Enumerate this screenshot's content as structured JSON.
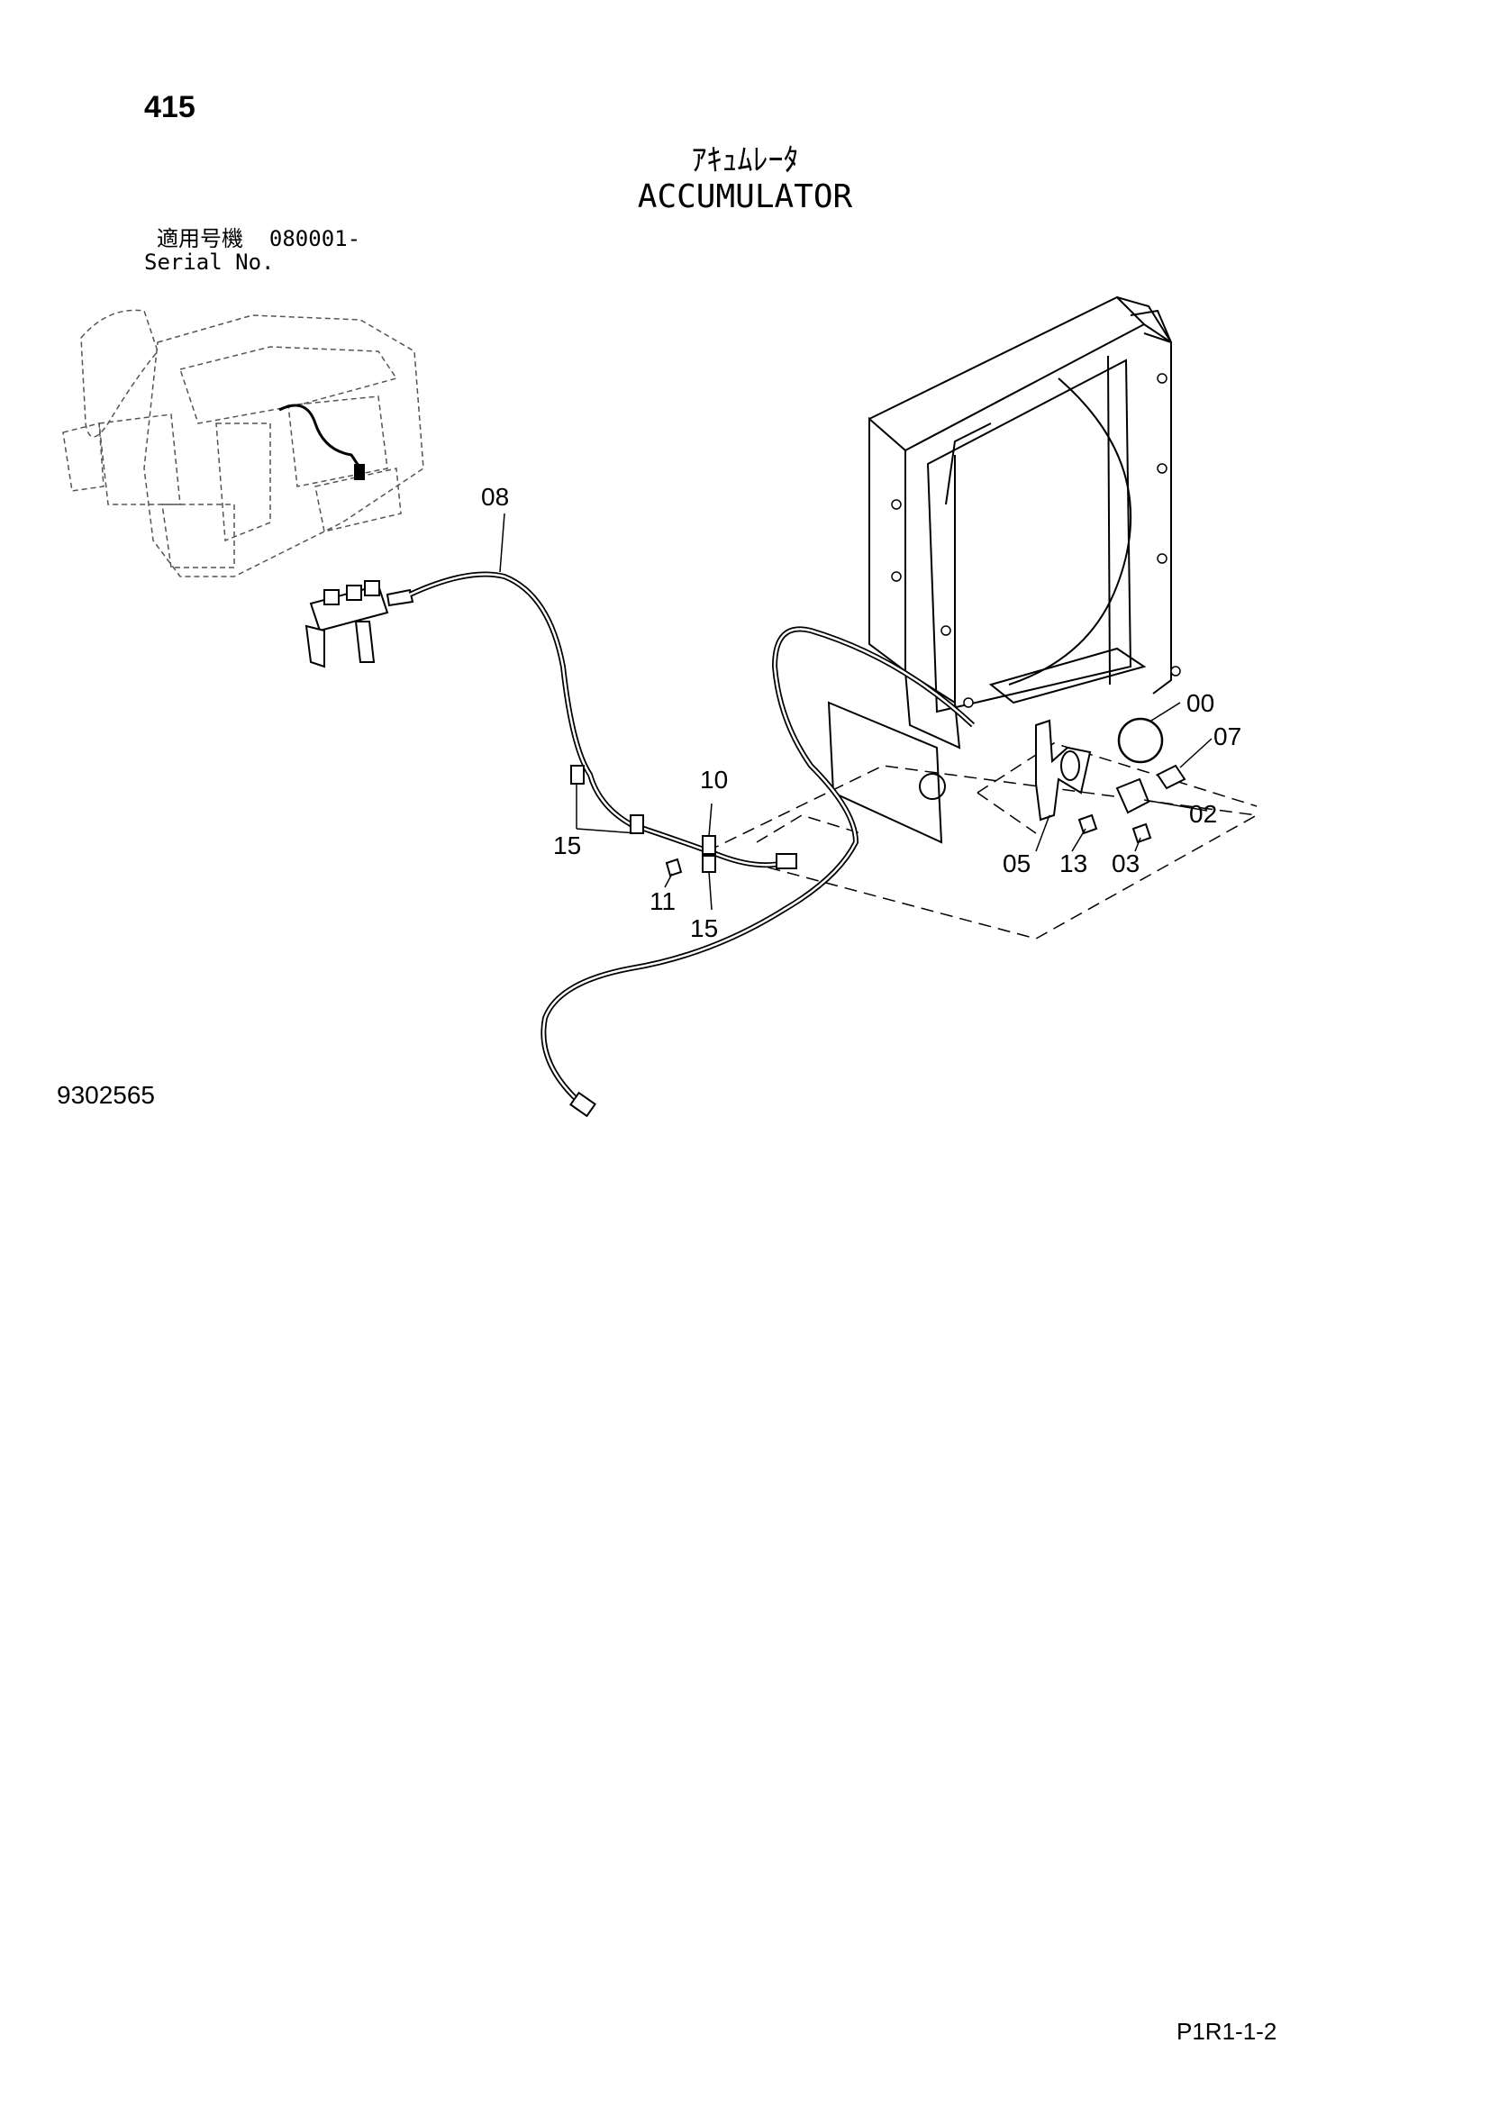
{
  "header": {
    "page_number": "415",
    "title_jp": "ｱｷｭﾑﾚｰﾀ",
    "title_en": "ACCUMULATOR",
    "serial_label_jp": "適用号機",
    "serial_value": "080001-",
    "serial_label_en": "Serial No."
  },
  "callouts": {
    "c08": "08",
    "c00": "00",
    "c07": "07",
    "c02": "02",
    "c05": "05",
    "c13": "13",
    "c03": "03",
    "c10": "10",
    "c15a": "15",
    "c15b": "15",
    "c11": "11"
  },
  "footer": {
    "drawing_number": "9302565",
    "page_code": "P1R1-1-2"
  }
}
